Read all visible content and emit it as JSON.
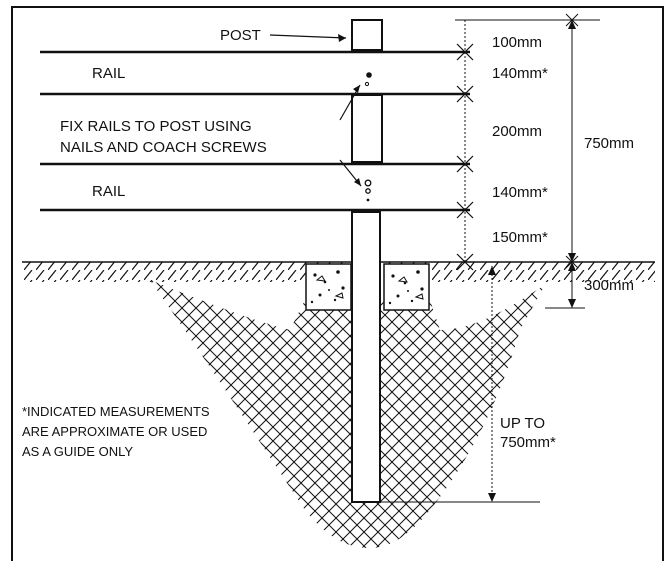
{
  "labels": {
    "post": "POST",
    "rail_top": "RAIL",
    "rail_bottom": "RAIL",
    "fix_line1": "FIX RAILS TO POST USING",
    "fix_line2": "NAILS AND COACH SCREWS",
    "note_line1": "*INDICATED MEASUREMENTS",
    "note_line2": "ARE APPROXIMATE OR USED",
    "note_line3": "AS A GUIDE ONLY"
  },
  "dimensions": {
    "d1": "100mm",
    "d2": "140mm*",
    "d3": "200mm",
    "d4": "140mm*",
    "d5": "150mm*",
    "total": "750mm",
    "footing": "300mm",
    "depth_line1": "UP TO",
    "depth_line2": "750mm*"
  },
  "colors": {
    "ink": "#111111",
    "background": "#ffffff"
  }
}
